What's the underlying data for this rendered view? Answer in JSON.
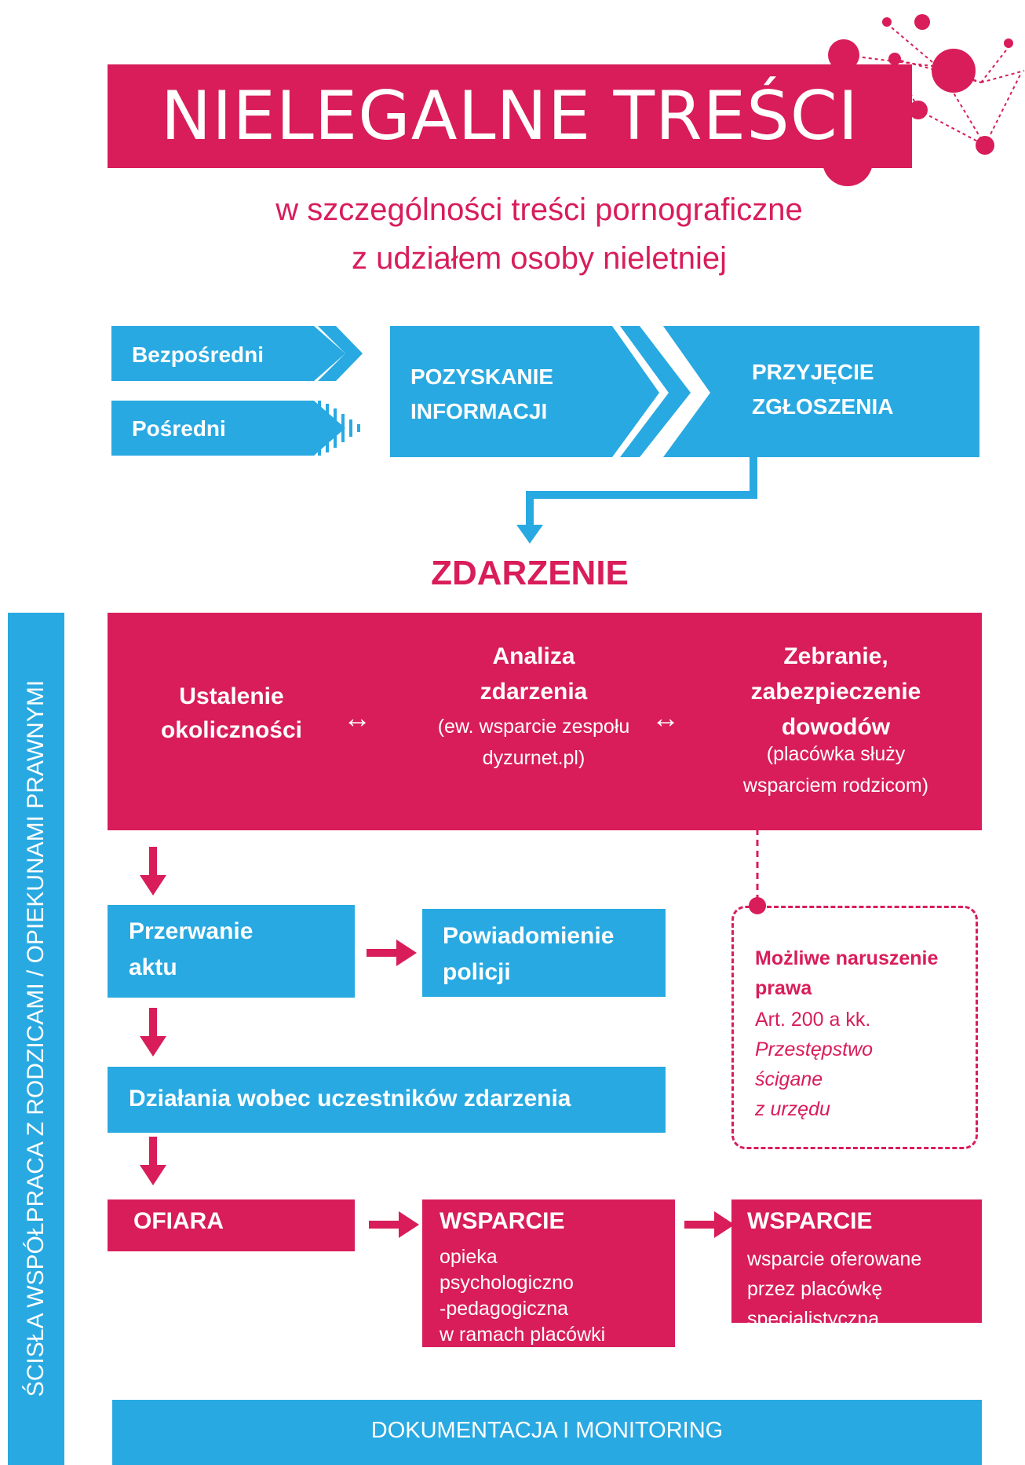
{
  "header": {
    "title": "NIELEGALNE TREŚCI",
    "subtitle": "w szczególności treści pornograficzne\nz udziałem osoby nieletniej"
  },
  "intake": {
    "direct": "Bezpośredni",
    "indirect": "Pośredni",
    "obtaining": "POZYSKANIE\nINFORMACJI",
    "receiving": "PRZYJĘCIE\nZGŁOSZENIA"
  },
  "event": {
    "heading": "ZDARZENIE",
    "establish": "Ustalenie\nokoliczności",
    "analysis_title": "Analiza\nzdarzenia",
    "analysis_note": "(ew. wsparcie zespołu\ndyzurnet.pl)",
    "evidence_title": "Zebranie,\nzabezpieczenie\ndowodów",
    "evidence_note": "(placówka służy\nwsparciem rodzicom)"
  },
  "steps": {
    "interrupt": "Przerwanie\naktu",
    "notify_police": "Powiadomienie\npolicji",
    "actions": "Działania wobec uczestników zdarzenia",
    "victim": "OFIARA"
  },
  "law": {
    "title": "Możliwe naruszenie\nprawa",
    "article": "Art. 200 a kk.",
    "note": "Przestępstwo\nścigane\nz urzędu"
  },
  "support": {
    "internal_title": "WSPARCIE",
    "internal_text": "opieka\npsychologiczno\n-pedagogiczna\nw ramach placówki",
    "external_title": "WSPARCIE",
    "external_text": "wsparcie oferowane\nprzez placówkę\nspecjalistyczną"
  },
  "sidebar": {
    "label": "ŚCISŁA WSPÓŁPRACA Z RODZICAMI / OPIEKUNAMI PRAWNYMI"
  },
  "footer": {
    "label": "DOKUMENTACJA I MONITORING"
  },
  "colors": {
    "pink": "#d81d5a",
    "blue": "#29a9e1"
  }
}
